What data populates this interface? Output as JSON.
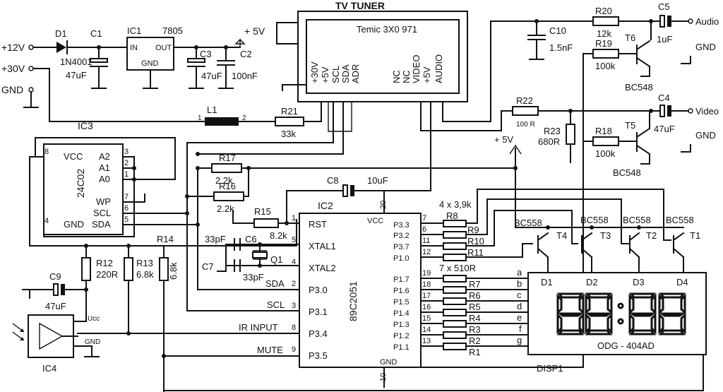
{
  "title": "TV TUNER",
  "tuner": {
    "model": "Temic 3X0 971",
    "pins": [
      "+30V",
      "+5V",
      "SCL",
      "SDA",
      "ADR",
      "NC",
      "NC",
      "VIDEO",
      "+5V",
      "AUDIO"
    ]
  },
  "power": {
    "v12": "+12V",
    "v30": "+30V",
    "gnd": "GND",
    "v5": "+ 5V",
    "v5b": "+ 5V",
    "d1": "D1",
    "d1_part": "1N4001",
    "c1": "C1",
    "c1_val": "47uF",
    "ic1": "IC1",
    "ic1_part": "7805",
    "ic1_in": "IN",
    "ic1_out": "OUT",
    "ic1_gnd": "GND",
    "c3": "C3",
    "c3_val": "47uF",
    "c2": "C2",
    "c2_val": "100nF"
  },
  "filter": {
    "l1": "L1",
    "l1_p1": "1",
    "l1_p2": "2",
    "r21": "R21",
    "r21_val": "33k"
  },
  "eeprom": {
    "ic3": "IC3",
    "part": "24C02",
    "vcc": "VCC",
    "a2": "A2",
    "a1": "A1",
    "a0": "A0",
    "wp": "WP",
    "scl": "SCL",
    "sda": "SDA",
    "gnd": "GND",
    "p8": "8",
    "p4": "4",
    "p3": "3",
    "p2": "2",
    "p1": "1",
    "p7": "7",
    "p6": "6",
    "p5": "5"
  },
  "pullups": {
    "r17": "R17",
    "r17_val": "2.2k",
    "r16": "R16",
    "r16_val": "2.2k"
  },
  "cpu": {
    "ic2": "IC2",
    "part": "89C2051",
    "rst": "RST",
    "xtal1": "XTAL1",
    "xtal2": "XTAL2",
    "p30": "P3.0",
    "p31": "P3.1",
    "p34": "P3.4",
    "p35": "P3.5",
    "vcc": "VCC",
    "gnd": "GND",
    "p33": "P3.3",
    "p32": "P3.2",
    "p37": "P3.7",
    "p10": "P1.0",
    "p17": "P1.7",
    "p16": "P1.6",
    "p15": "P1.5",
    "p14": "P1.4",
    "p13": "P1.3",
    "p12": "P1.2",
    "p11": "P1.1",
    "n1": "1",
    "n5": "5",
    "n4": "4",
    "n2": "2",
    "n3": "3",
    "n8": "8",
    "n9": "9",
    "n20": "20",
    "n10": "10",
    "n7": "7",
    "n6": "6",
    "n11": "11",
    "n12": "12",
    "n19": "19",
    "n18": "18",
    "n17": "17",
    "n16": "16",
    "n15": "15",
    "n14": "14",
    "n13": "13"
  },
  "reset": {
    "r15": "R15",
    "r15_val": "8.2k",
    "c8": "C8",
    "c8_val": "10uF"
  },
  "osc": {
    "c6": "C6",
    "c6_val": "33pF",
    "c7": "C7",
    "c7_val": "33pF",
    "q1": "Q1"
  },
  "nets": {
    "sda": "SDA",
    "scl": "SCL",
    "ir": "IR INPUT",
    "mute": "MUTE"
  },
  "ir": {
    "r12": "R12",
    "r12_val": "220R",
    "r13": "R13",
    "r13_val": "6.8k",
    "r14": "R14",
    "r14_val": "6.8k",
    "c9": "C9",
    "c9_val": "47uF",
    "ucc": "Ucc",
    "gnd": "GND",
    "ic4": "IC4"
  },
  "audio": {
    "c10": "C10",
    "c10_val": "1.5nF",
    "r20": "R20",
    "r20_val": "12k",
    "r19": "R19",
    "r19_val": "100k",
    "t6": "T6",
    "t6_part": "BC548",
    "c5": "C5",
    "c5_val": "1uF",
    "out": "Audio",
    "gnd": "GND"
  },
  "video": {
    "r22": "R22",
    "r22_val": "100 R",
    "r23": "R23",
    "r23_val": "680R",
    "r18": "R18",
    "r18_val": "100k",
    "t5": "T5",
    "t5_part": "BC548",
    "c4": "C4",
    "c4_val": "47uF",
    "out": "Video",
    "gnd": "GND"
  },
  "drivers": {
    "r8_val": "4 x 3,9k",
    "r8": "R8",
    "r9": "R9",
    "r10": "R10",
    "r11": "R11",
    "bc558": "BC558",
    "t4": "T4",
    "t3": "T3",
    "t2": "T2",
    "t1": "T1"
  },
  "segments": {
    "val": "7 x 510R",
    "r7": "R7",
    "r6": "R6",
    "r5": "R5",
    "r4": "R4",
    "r3": "R3",
    "r2": "R2",
    "r1": "R1",
    "a": "a",
    "b": "b",
    "c": "c",
    "d": "d",
    "e": "e",
    "f": "f",
    "g": "g"
  },
  "display": {
    "d1": "D1",
    "d2": "D2",
    "d3": "D3",
    "d4": "D4",
    "model": "ODG - 404AD",
    "name": "DISP1"
  }
}
